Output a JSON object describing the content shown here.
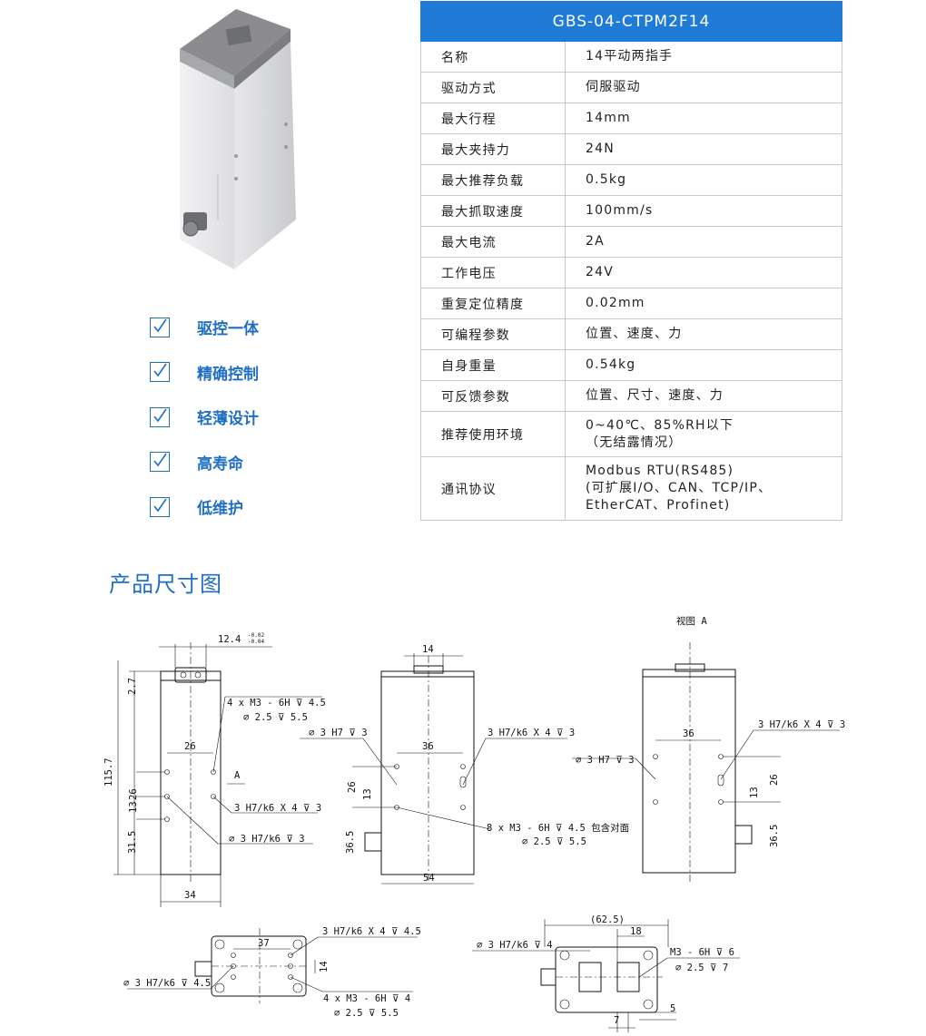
{
  "product_image": {
    "icon": "servo-gripper-photo"
  },
  "features": [
    {
      "icon": "checkbox-icon",
      "label": "驱控一体"
    },
    {
      "icon": "checkbox-icon",
      "label": "精确控制"
    },
    {
      "icon": "checkbox-icon",
      "label": "轻薄设计"
    },
    {
      "icon": "checkbox-icon",
      "label": "高寿命"
    },
    {
      "icon": "checkbox-icon",
      "label": "低维护"
    }
  ],
  "spec_table": {
    "title": "GBS-04-CTPM2F14",
    "rows": [
      {
        "name": "名称",
        "value": "14平动两指手"
      },
      {
        "name": "驱动方式",
        "value": "伺服驱动"
      },
      {
        "name": "最大行程",
        "value": "14mm"
      },
      {
        "name": "最大夹持力",
        "value": "24N"
      },
      {
        "name": "最大推荐负载",
        "value": "0.5kg"
      },
      {
        "name": "最大抓取速度",
        "value": "100mm/s"
      },
      {
        "name": "最大电流",
        "value": "2A"
      },
      {
        "name": "工作电压",
        "value": "24V"
      },
      {
        "name": "重复定位精度",
        "value": "0.02mm"
      },
      {
        "name": "可编程参数",
        "value": "位置、速度、力"
      },
      {
        "name": "自身重量",
        "value": "0.54kg"
      },
      {
        "name": "可反馈参数",
        "value": "位置、尺寸、速度、力"
      },
      {
        "name": "推荐使用环境",
        "value_lines": [
          "0~40℃、85%RH以下",
          "（无结露情况）"
        ]
      },
      {
        "name": "通讯协议",
        "value_lines": [
          "Modbus RTU(RS485)",
          "(可扩展I/O、CAN、TCP/IP、",
          "EtherCAT、Profinet)"
        ]
      }
    ]
  },
  "section_title": "产品尺寸图",
  "drawing": {
    "view_label": "视图 A",
    "front": {
      "dim_top": "12.4",
      "tol_upper": "-0.02",
      "tol_lower": "-0.04",
      "dim_27": "2.7",
      "dim_1157": "115.7",
      "dim_26": "26",
      "dim_13": "13",
      "dim_315": "31.5",
      "dim_width": "34",
      "dim_26_h": "26",
      "arrow_label": "A",
      "note_m3": "4 x  M3 - 6H ⊽ 4.5",
      "note_m3_2": "⌀ 2.5 ⊽ 5.5",
      "note_pin": "3 H7/k6 X 4 ⊽ 3",
      "note_pin2": "⌀ 3 H7/k6 ⊽ 3"
    },
    "side": {
      "dim_top": "14",
      "dim_36": "36",
      "dim_26": "26",
      "dim_13": "13",
      "dim_365": "36.5",
      "dim_width": "54",
      "note_h7": "⌀ 3 H7 ⊽ 3",
      "note_pin": "3 H7/k6 X 4 ⊽ 3",
      "note_m3": "8 x  M3 - 6H ⊽ 4.5 包含对面",
      "note_m3_2": "⌀ 2.5 ⊽ 5.5"
    },
    "back": {
      "dim_36": "36",
      "dim_26": "26",
      "dim_13": "13",
      "dim_365": "36.5",
      "note_h7": "⌀ 3 H7 ⊽ 3",
      "note_pin": "3 H7/k6 X 4 ⊽ 3"
    },
    "bottom": {
      "dim_37": "37",
      "dim_14": "14",
      "note_pin": "3 H7/k6 X 4 ⊽ 4.5",
      "note_h7": "⌀ 3 H7/k6 ⊽ 4.5",
      "note_m3": "4 x  M3 - 6H ⊽ 4",
      "note_m3_2": "⌀ 2.5 ⊽ 5.5"
    },
    "top_view": {
      "dim_625": "(62.5)",
      "dim_18": "18",
      "dim_7": "7",
      "dim_5": "5",
      "note_h7": "⌀ 3 H7/k6 ⊽ 4",
      "note_m3": "M3 - 6H ⊽ 6",
      "note_m3_2": "⌀ 2.5 ⊽ 7"
    }
  }
}
